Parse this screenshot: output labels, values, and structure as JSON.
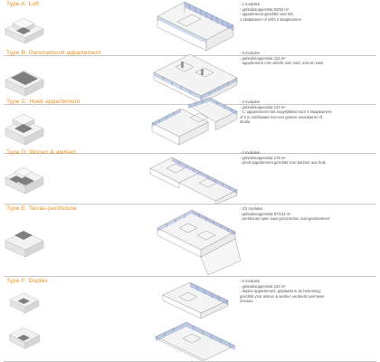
{
  "types": [
    {
      "title": "Type A: Loft",
      "specs": [
        "- 2 modules",
        "- gebruiksoppervlak 83/92 m²",
        "- appartement geschikt voor loft,",
        "  1 slaapkamer of zelfs 2 slaapkamers"
      ]
    },
    {
      "title": "Type B: Panoramisch appartement",
      "specs": [
        "- 3 modules",
        "- gebruiksoppervlak 124 m²",
        "- appartement met uitzicht over zuid, oost en west"
      ]
    },
    {
      "title": "Type C: Hoek appartement",
      "specs": [
        "- 3 modules",
        "- gebruiksoppervlak 134 m²",
        "- 'L' appartement met mogelijkheid voor 4 slaapkamers",
        "  of 2 in combinatie met een grotere  woonkamer of",
        "  studio"
      ]
    },
    {
      "title": "Type D: Wonen & werken",
      "specs": [
        "- 4 modules",
        "- gebruiksoppervlak 175 m²",
        "- groot appartement geschikt voor kantoor aan huis"
      ]
    },
    {
      "title": "Type E: Terras-penthouse",
      "specs": [
        "- 2/3 modules",
        "- gebruiksoppervlak 97/133 m²",
        "- penthouse open naar groot terras, zuid georiënteerd"
      ]
    },
    {
      "title": "Type F: Duplex",
      "specs": [
        "- 6 modules",
        "- gebruiksoppervlak 244 m²",
        "- duplex appartement; geplaatst in de bekroning;",
        "  geschikt voor wonen & werken verdeeld over twee",
        "  niveaus"
      ]
    }
  ],
  "colors": {
    "accent": "#e8901e",
    "glass": "#6a86c4",
    "block_top": "#f2f2f2",
    "block_side": "#dedede",
    "unit_mark": "#7f7f7f",
    "divider": "#c9c9c9"
  }
}
